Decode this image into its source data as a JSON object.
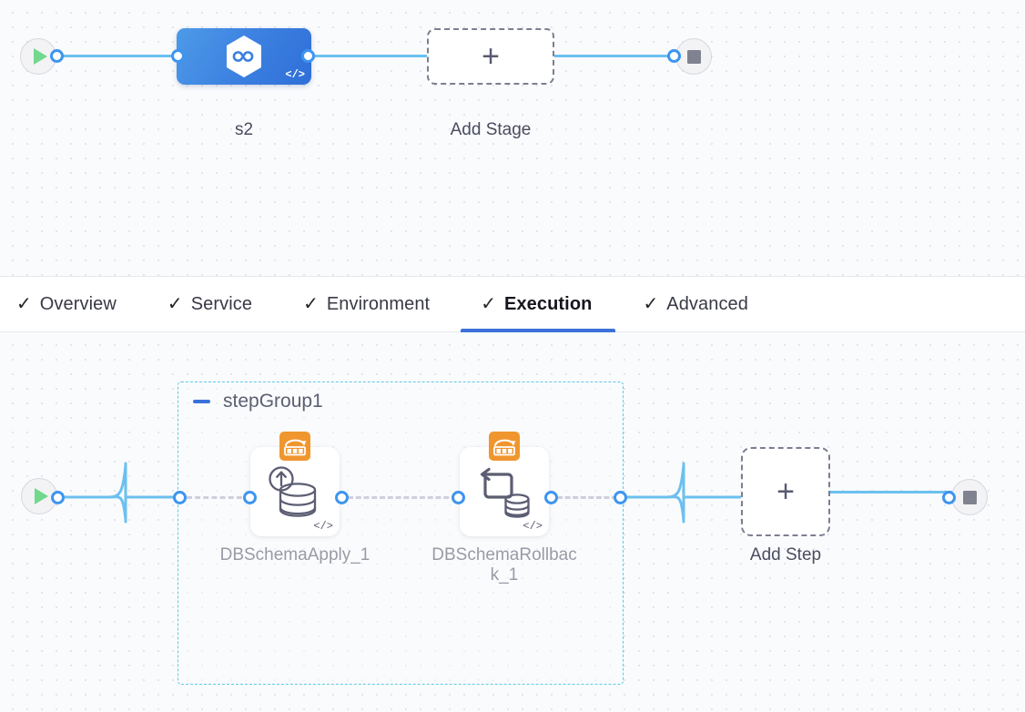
{
  "theme": {
    "canvas_bg": "#fafbfc",
    "grid_dot": "#e3e5ec",
    "link_blue": "#6cc0f0",
    "port_blue": "#3d95f0",
    "accent_blue": "#3b72d9",
    "stage_blue": "#3b7fe0",
    "badge_orange": "#f0962f",
    "group_border": "#5ec8ea",
    "dashed_gray": "#7c7e92",
    "dash_link": "#a9abc4",
    "play_green": "#72d88d",
    "stop_gray": "#80828f",
    "text_primary": "#383946",
    "text_muted": "#4a4c60"
  },
  "stage_pane": {
    "start_node": {
      "name": "pipeline-start",
      "icon": "play-icon"
    },
    "end_node": {
      "name": "pipeline-end",
      "icon": "stop-icon"
    },
    "stage": {
      "label": "s2",
      "icon": "hexagon-infinity-icon",
      "code_badge": "</>"
    },
    "add_stage": {
      "label": "Add Stage",
      "icon": "plus-icon"
    }
  },
  "tabs": {
    "items": [
      {
        "label": "Overview",
        "icon": "check-icon",
        "active": false
      },
      {
        "label": "Service",
        "icon": "check-icon",
        "active": false
      },
      {
        "label": "Environment",
        "icon": "check-icon",
        "active": false
      },
      {
        "label": "Execution",
        "icon": "check-icon",
        "active": true
      },
      {
        "label": "Advanced",
        "icon": "check-icon",
        "active": false
      }
    ]
  },
  "step_pane": {
    "start_node": {
      "name": "execution-start",
      "icon": "play-icon"
    },
    "end_node": {
      "name": "execution-end",
      "icon": "stop-icon"
    },
    "step_group": {
      "title": "stepGroup1",
      "collapse_icon": "minus-icon",
      "steps": [
        {
          "label": "DBSchemaApply_1",
          "badge_icon": "db-migration-badge-icon",
          "glyph_icon": "database-apply-up-arrow-icon",
          "code_badge": "</>"
        },
        {
          "label": "DBSchemaRollback_1",
          "badge_icon": "db-migration-badge-icon",
          "glyph_icon": "database-rollback-loop-arrow-icon",
          "code_badge": "</>"
        }
      ]
    },
    "add_step": {
      "label": "Add Step",
      "icon": "plus-icon"
    }
  }
}
